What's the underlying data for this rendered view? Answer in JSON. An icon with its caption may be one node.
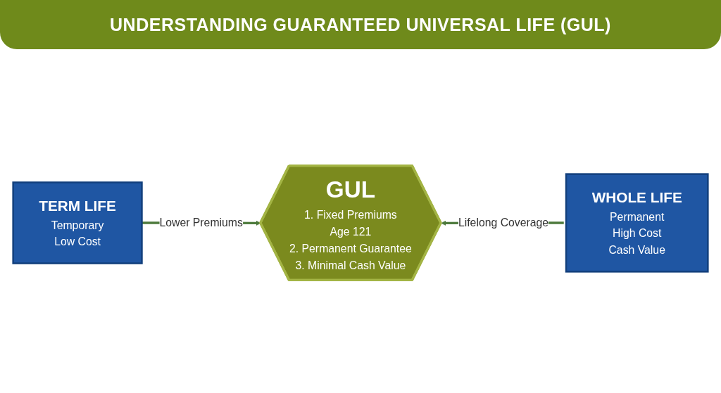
{
  "diagram": {
    "title": "UNDERSTANDING GUARANTEED UNIVERSAL LIFE (GUL)",
    "nodes": [
      {
        "text": [
          "TERM LIFE",
          "Temporary",
          "Low Cost"
        ]
      },
      {
        "text": [
          "GUL",
          "1. Fixed Premiums",
          "Age 121",
          "2. Permanent Guarantee",
          "3. Minimal Cash Value"
        ]
      },
      {
        "text": [
          "WHOLE LIFE",
          "Permanent",
          "High Cost",
          "Cash Value"
        ]
      }
    ],
    "edges": [
      {
        "from": 0,
        "to": 1,
        "arrow": "to",
        "label": "Lower Premiums"
      },
      {
        "from": 2,
        "to": 1,
        "arrow": "to",
        "label": "Lifelong Coverage"
      }
    ]
  }
}
